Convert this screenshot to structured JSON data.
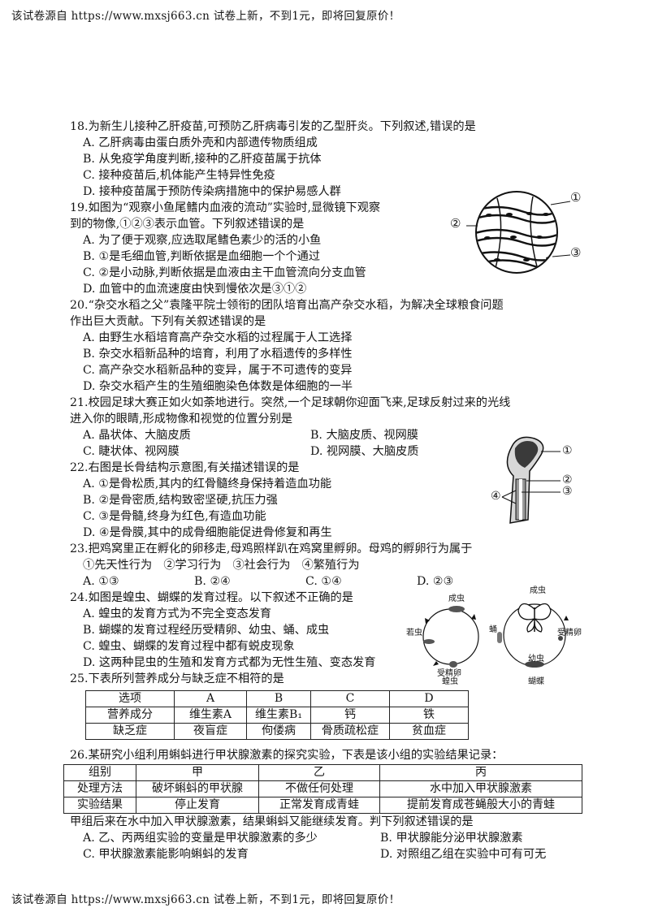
{
  "header": "该试卷源自 https://www.mxsj663.cn 试卷上新，不到1元，即将回复原价！",
  "footer": "该试卷源自 https://www.mxsj663.cn 试卷上新，不到1元，即将回复原价！",
  "q18": {
    "stem": "18.为新生儿接种乙肝疫苗,可预防乙肝病毒引发的乙型肝炎。下列叙述,错误的是",
    "options": [
      "A. 乙肝病毒由蛋白质外壳和内部遗传物质组成",
      "B. 从免疫学角度判断,接种的乙肝疫苗属于抗体",
      "C. 接种疫苗后,机体能产生特异性免疫",
      "D. 接种疫苗属于预防传染病措施中的保护易感人群"
    ]
  },
  "q19": {
    "stem_line1": "19.如图为“观察小鱼尾鳍内血液的流动”实验时,显微镜下观察",
    "stem_line2": "到的物像,①②③表示血管。下列叙述错误的是",
    "options": [
      "A. 为了便于观察,应选取尾鳍色素少的活的小鱼",
      "B. ①是毛细血管,判断依据是血细胞一个个通过",
      "C. ②是小动脉,判断依据是血液由主干血管流向分支血管",
      "D. 血管中的血流速度由快到慢依次是③①②"
    ],
    "fig_labels": [
      "①",
      "②",
      "③"
    ]
  },
  "q20": {
    "stem_line1": "20.“杂交水稻之父”袁隆平院士领衔的团队培育出高产杂交水稻，为解决全球粮食问题",
    "stem_line2": "作出巨大贡献。下列有关叙述错误的是",
    "options": [
      "A. 由野生水稻培育高产杂交水稻的过程属于人工选择",
      "B. 杂交水稻新品种的培育，利用了水稻遗传的多样性",
      "C. 高产杂交水稻新品种的变异，属于不可遗传的变异",
      "D. 杂交水稻产生的生殖细胞染色体数是体细胞的一半"
    ]
  },
  "q21": {
    "stem_line1": "21.校园足球大赛正如火如荼地进行。突然,一个足球朝你迎面飞来,足球反射过来的光线",
    "stem_line2": "进入你的眼睛,形成物像和视觉的位置分别是",
    "options": [
      "A. 晶状体、大脑皮质",
      "B. 大脑皮质、视网膜",
      "C. 睫状体、视网膜",
      "D. 视网膜、大脑皮质"
    ]
  },
  "q22": {
    "stem": "22.右图是长骨结构示意图,有关描述错误的是",
    "options": [
      "A. ①是骨松质,其内的红骨髓终身保持着造血功能",
      "B. ②是骨密质,结构致密坚硬,抗压力强",
      "C. ③是骨髓,终身为红色,有造血功能",
      "D. ④是骨膜,其中的成骨细胞能促进骨修复和再生"
    ],
    "fig_labels": [
      "①",
      "②",
      "③",
      "④"
    ]
  },
  "q23": {
    "stem": "23.把鸡窝里正在孵化的卵移走,母鸡照样趴在鸡窝里孵卵。母鸡的孵卵行为属于",
    "items": "①先天性行为　②学习行为　③社会行为　④繁殖行为",
    "options": [
      "A. ①③",
      "B. ②④",
      "C. ①④",
      "D. ②③"
    ]
  },
  "q24": {
    "stem": "24.如图是蝗虫、蝴蝶的发育过程。以下叙述不正确的是",
    "options": [
      "A. 蝗虫的发育方式为不完全变态发育",
      "B. 蝴蝶的发育过程经历受精卵、幼虫、蛹、成虫",
      "C. 蝗虫、蝴蝶的发育过程中都有蜕皮现象",
      "D. 这两种昆虫的生殖和发育方式都为无性生殖、变态发育"
    ],
    "fig_locust": {
      "adult": "成虫",
      "nymph": "若虫",
      "egg": "受精卵",
      "caption": "蝗虫"
    },
    "fig_butterfly": {
      "adult": "成虫",
      "pupa": "蛹",
      "egg": "受精卵",
      "larva": "幼虫",
      "caption": "蝴蝶"
    }
  },
  "q25": {
    "stem": "25.下表所列营养成分与缺乏症不相符的是",
    "table": [
      [
        "选项",
        "A",
        "B",
        "C",
        "D"
      ],
      [
        "营养成分",
        "维生素A",
        "维生素B₁",
        "钙",
        "铁"
      ],
      [
        "缺乏症",
        "夜盲症",
        "佝偻病",
        "骨质疏松症",
        "贫血症"
      ]
    ]
  },
  "q26": {
    "stem": "26.某研究小组利用蝌蚪进行甲状腺激素的探究实验，下表是该小组的实验结果记录：",
    "table": [
      [
        "组别",
        "甲",
        "乙",
        "丙"
      ],
      [
        "处理方法",
        "破坏蝌蚪的甲状腺",
        "不做任何处理",
        "水中加入甲状腺激素"
      ],
      [
        "实验结果",
        "停止发育",
        "正常发育成青蛙",
        "提前发育成苍蝇般大小的青蛙"
      ]
    ],
    "after": "甲组后来在水中加入甲状腺激素，结果蝌蚪又能继续发育。判下列叙述错误的是",
    "options": [
      "A. 乙、丙两组实验的变量是甲状腺激素的多少",
      "B. 甲状腺能分泌甲状腺激素",
      "C. 甲状腺激素能影响蝌蚪的发育",
      "D. 对照组乙组在实验中可有可无"
    ]
  }
}
